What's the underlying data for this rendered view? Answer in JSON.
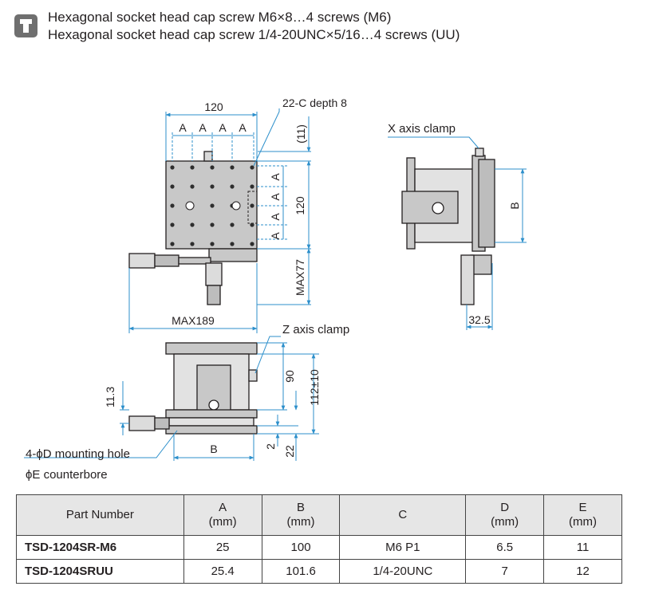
{
  "header": {
    "lines": [
      "Hexagonal socket head cap screw M6×8…4 screws (M6)",
      "Hexagonal socket head cap screw 1/4-20UNC×5/16…4 screws (UU)"
    ]
  },
  "drawing": {
    "top_width": "120",
    "a_label": "A",
    "b_label": "B",
    "hole_callout": "22-C depth 8",
    "gap_11": "(11)",
    "side_120": "120",
    "max77": "MAX77",
    "max189": "MAX189",
    "x_clamp": "X axis clamp",
    "dim_32_5": "32.5",
    "z_clamp": "Z axis clamp",
    "dim_90": "90",
    "dim_112": "112±10",
    "dim_11_3": "11.3",
    "dim_2": "2",
    "dim_22": "22",
    "mount_hole": "4-ϕD mounting hole",
    "counterbore": "ϕE counterbore"
  },
  "table": {
    "headers": [
      {
        "name": "Part Number",
        "unit": ""
      },
      {
        "name": "A",
        "unit": "(mm)"
      },
      {
        "name": "B",
        "unit": "(mm)"
      },
      {
        "name": "C",
        "unit": ""
      },
      {
        "name": "D",
        "unit": "(mm)"
      },
      {
        "name": "E",
        "unit": "(mm)"
      }
    ],
    "rows": [
      [
        "TSD-1204SR-M6",
        "25",
        "100",
        "M6 P1",
        "6.5",
        "11"
      ],
      [
        "TSD-1204SRUU",
        "25.4",
        "101.6",
        "1/4-20UNC",
        "7",
        "12"
      ]
    ]
  },
  "colors": {
    "ink": "#231f20",
    "dim": "#2c8fcb",
    "plate": "#c8c8c8",
    "icon": "#6f6f6f",
    "table_header": "#e6e6e6"
  }
}
